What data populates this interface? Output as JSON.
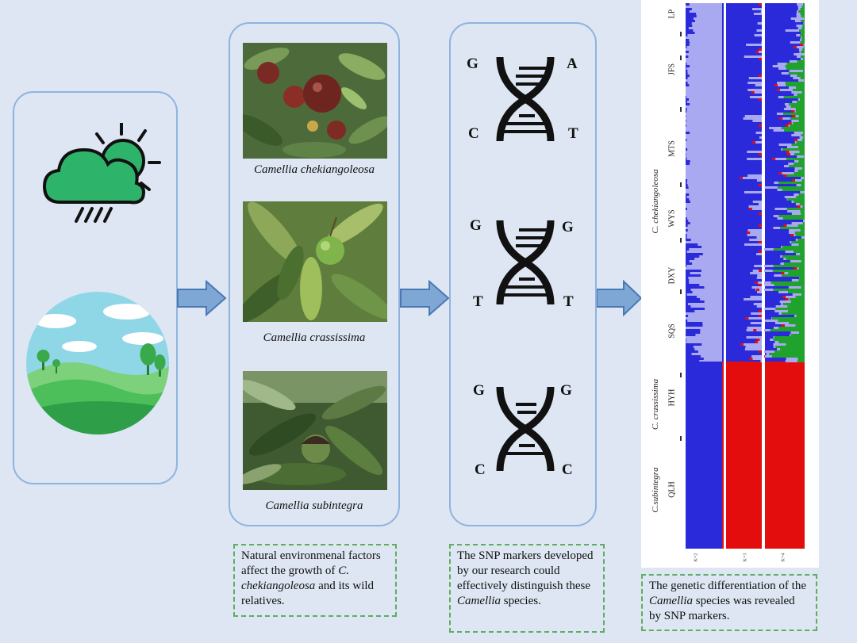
{
  "species_captions": [
    {
      "text": "Camellia chekiangoleosa"
    },
    {
      "text": "Camellia crassissima"
    },
    {
      "text": "Camellia subintegra"
    }
  ],
  "dna_pairs": [
    {
      "left_top": "G",
      "right_top": "A",
      "left_bottom": "C",
      "right_bottom": "T"
    },
    {
      "left_top": "G",
      "right_top": "G",
      "left_bottom": "T",
      "right_bottom": "T"
    },
    {
      "left_top": "G",
      "right_top": "G",
      "left_bottom": "C",
      "right_bottom": "C"
    }
  ],
  "notes": {
    "env_part1": "Natural environmenal factors affect the growth of ",
    "env_italic": "C. chekiangoleosa",
    "env_part2": " and its wild relatives.",
    "snp_part1": "The SNP markers developed by our research could effectively distinguish these ",
    "snp_italic": "Camellia",
    "snp_part2": " species.",
    "gen_part1": "The genetic differentiation of the ",
    "gen_italic": "Camellia",
    "gen_part2": " species was revealed by SNP markers."
  },
  "structure_plot": {
    "population_labels": [
      "LP",
      "JFS",
      "MTS",
      "WYS",
      "DXY",
      "SQS",
      "HYH",
      "QLH"
    ],
    "species_labels": [
      "C. chekiangoleosa",
      "C. crassissima",
      "C.subintegra"
    ],
    "k_labels": [
      "K=2",
      "K=3",
      "K=4"
    ],
    "colors": {
      "light": "#a9a9f2",
      "blue": "#2a2adb",
      "red": "#e30d0d",
      "green": "#1fa32c",
      "white": "#ffffff"
    }
  }
}
